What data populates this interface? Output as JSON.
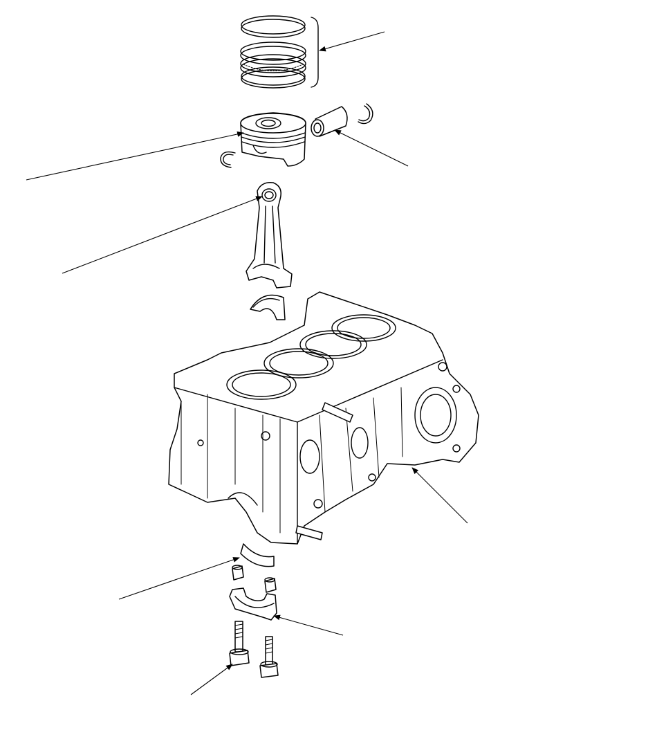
{
  "diagram": {
    "background": "#ffffff",
    "line_color": "#000000",
    "parts": [
      {
        "name": "piston-ring-set"
      },
      {
        "name": "piston"
      },
      {
        "name": "piston-pin"
      },
      {
        "name": "piston-pin-clips"
      },
      {
        "name": "connecting-rod"
      },
      {
        "name": "connecting-rod-bearing"
      },
      {
        "name": "cylinder-block"
      },
      {
        "name": "main-bearing"
      },
      {
        "name": "dowel-pins"
      },
      {
        "name": "bearing-cap"
      },
      {
        "name": "bearing-cap-bolts"
      }
    ]
  }
}
